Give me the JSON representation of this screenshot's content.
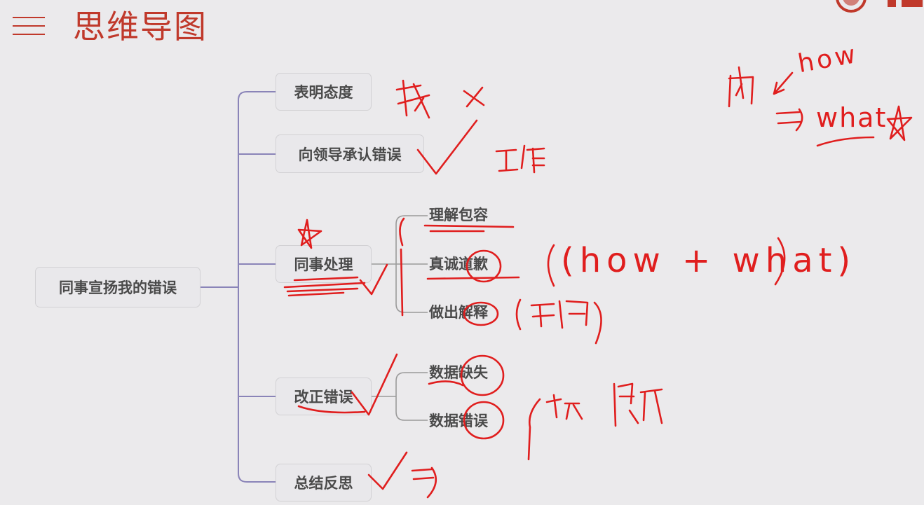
{
  "header": {
    "title": "思维导图"
  },
  "mindmap": {
    "root": "同事宣扬我的错误",
    "branches": [
      {
        "label": "表明态度",
        "children": []
      },
      {
        "label": "向领导承认错误",
        "children": []
      },
      {
        "label": "同事处理",
        "children": [
          "理解包容",
          "真诚道歉",
          "做出解释"
        ]
      },
      {
        "label": "改正错误",
        "children": [
          "数据缺失",
          "数据错误"
        ]
      },
      {
        "label": "总结反思",
        "children": []
      }
    ]
  },
  "handwriting": {
    "how_top": "how",
    "what_top": "what",
    "how_what": "(how + what)"
  },
  "colors": {
    "accent": "#c0392b",
    "connector": "#8a84b8",
    "ink": "#e01e1e",
    "node_border": "#d2d1d4"
  }
}
